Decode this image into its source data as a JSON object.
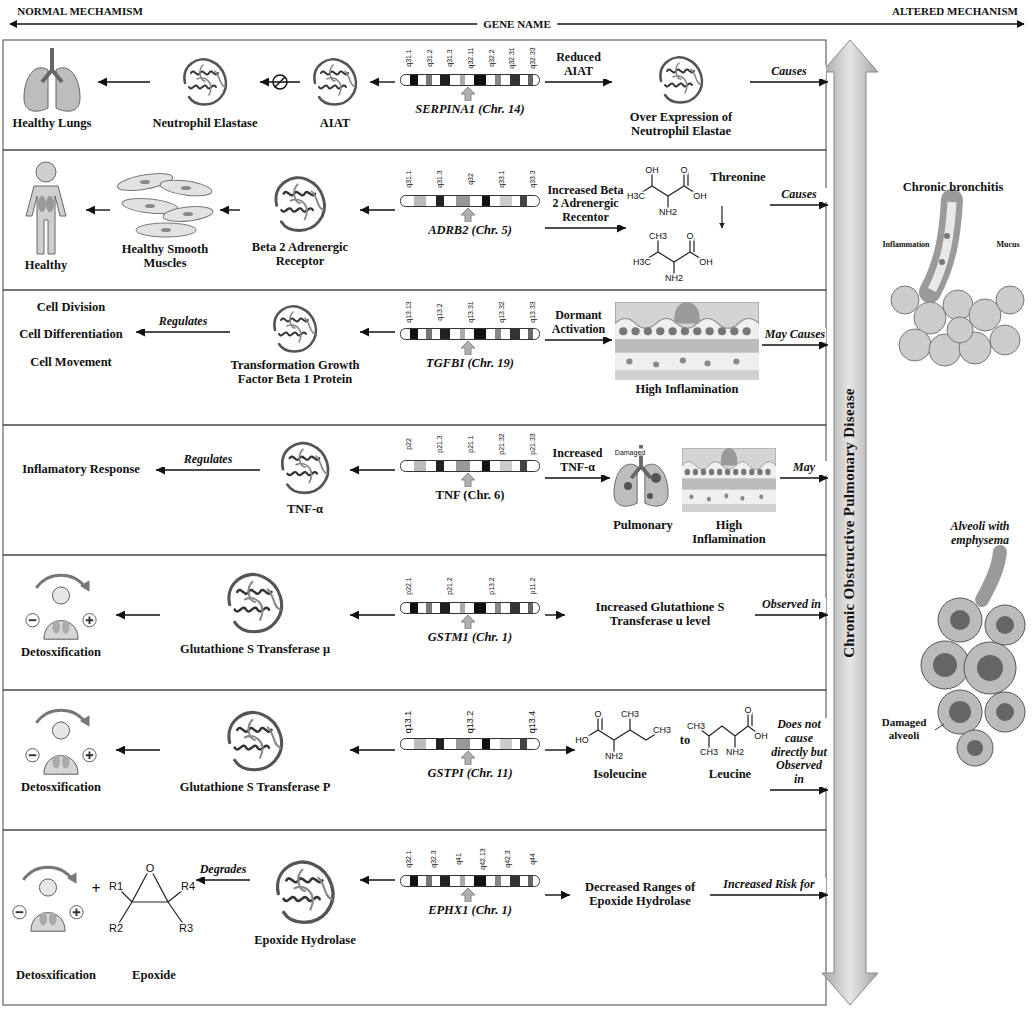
{
  "diagram": {
    "nodes": [
      {
        "text": [
          "Healthy Lungs"
        ]
      },
      {
        "text": [
          "Neutrophil Elastase"
        ]
      },
      {
        "text": [
          "AIAT"
        ]
      },
      {
        "text": [
          "SERPINA1 (Chr. 14)"
        ]
      },
      {
        "text": [
          "Over Expression of Neutrophil Elastae"
        ]
      },
      {
        "text": [
          "Healthy"
        ]
      },
      {
        "text": [
          "Healthy Smooth Muscles"
        ]
      },
      {
        "text": [
          "Beta 2 Adrenergic Receptor"
        ]
      },
      {
        "text": [
          "ADRB2 (Chr. 5)"
        ]
      },
      {
        "text": [
          "Threonine"
        ]
      },
      {
        "text": [
          "Cell Division",
          "Cell Differentiation",
          "Cell Movement"
        ]
      },
      {
        "text": [
          "Transformation Growth Factor Beta 1 Protein"
        ]
      },
      {
        "text": [
          "TGFBI (Chr. 19)"
        ]
      },
      {
        "text": [
          "High Inflamination"
        ]
      },
      {
        "text": [
          "Inflamatory Response"
        ]
      },
      {
        "text": [
          "TNF-α"
        ]
      },
      {
        "text": [
          "TNF (Chr. 6)"
        ]
      },
      {
        "text": [
          "Pulmonary",
          "High Inflamination"
        ]
      },
      {
        "text": [
          "Detosxification"
        ]
      },
      {
        "text": [
          "Glutathione S Transferase μ"
        ]
      },
      {
        "text": [
          "GSTM1 (Chr. 1)"
        ]
      },
      {
        "text": [
          "Increased Glutathione S Transferase u level"
        ]
      },
      {
        "text": [
          "Detosxification"
        ]
      },
      {
        "text": [
          "Glutathione S Transferase P"
        ]
      },
      {
        "text": [
          "GSTPI (Chr. 11)"
        ]
      },
      {
        "text": [
          "Isoleucine",
          "to",
          "Leucine"
        ]
      },
      {
        "text": [
          "Detosxification",
          "+",
          "Epoxide"
        ]
      },
      {
        "text": [
          "Epoxide Hydrolase"
        ]
      },
      {
        "text": [
          "EPHX1 (Chr. 1)"
        ]
      },
      {
        "text": [
          "Decreased Ranges of Epoxide Hydrolase"
        ]
      },
      {
        "text": [
          "Chronic Obstructive Pulmonary Disease"
        ]
      },
      {
        "text": [
          "Chronic bronchitis",
          "Inflammation",
          "Mucus"
        ]
      },
      {
        "text": [
          "Alveoli with emphysema",
          "Damaged alveoli"
        ]
      }
    ],
    "edges": [
      {
        "from": 3,
        "to": 2,
        "arrow": "to"
      },
      {
        "from": 2,
        "to": 1,
        "arrow": "to"
      },
      {
        "from": 1,
        "to": 0,
        "arrow": "to"
      },
      {
        "from": 3,
        "to": 4,
        "label": "Reduced AIAT",
        "arrow": "to"
      },
      {
        "from": 4,
        "to": 30,
        "label": "Causes",
        "arrow": "to"
      },
      {
        "from": 8,
        "to": 7,
        "arrow": "to"
      },
      {
        "from": 7,
        "to": 6,
        "arrow": "to"
      },
      {
        "from": 6,
        "to": 5,
        "arrow": "to"
      },
      {
        "from": 8,
        "to": 9,
        "label": "Increased Beta 2 Adrenergic Recentor",
        "arrow": "to"
      },
      {
        "from": 9,
        "to": 30,
        "label": "Causes",
        "arrow": "to"
      },
      {
        "from": 12,
        "to": 11,
        "arrow": "to"
      },
      {
        "from": 11,
        "to": 10,
        "label": "Regulates",
        "arrow": "to"
      },
      {
        "from": 12,
        "to": 13,
        "label": "Dormant Activation",
        "arrow": "to"
      },
      {
        "from": 13,
        "to": 30,
        "label": "May Causes",
        "arrow": "to"
      },
      {
        "from": 16,
        "to": 15,
        "arrow": "to"
      },
      {
        "from": 15,
        "to": 14,
        "label": "Regulates",
        "arrow": "to"
      },
      {
        "from": 16,
        "to": 17,
        "label": "Increased TNF-α",
        "arrow": "to"
      },
      {
        "from": 17,
        "to": 30,
        "label": "May",
        "arrow": "to"
      },
      {
        "from": 20,
        "to": 19,
        "arrow": "to"
      },
      {
        "from": 19,
        "to": 18,
        "arrow": "to"
      },
      {
        "from": 20,
        "to": 21,
        "arrow": "to"
      },
      {
        "from": 21,
        "to": 30,
        "label": "Observed in",
        "arrow": "to"
      },
      {
        "from": 24,
        "to": 23,
        "arrow": "to"
      },
      {
        "from": 23,
        "to": 22,
        "arrow": "to"
      },
      {
        "from": 24,
        "to": 25,
        "arrow": "to"
      },
      {
        "from": 25,
        "to": 30,
        "label": "Does not cause directly but Observed in",
        "arrow": "to"
      },
      {
        "from": 28,
        "to": 27,
        "arrow": "to"
      },
      {
        "from": 27,
        "to": 26,
        "label": "Degrades",
        "arrow": "to"
      },
      {
        "from": 28,
        "to": 29,
        "arrow": "to"
      },
      {
        "from": 29,
        "to": 30,
        "label": "Increased Risk for",
        "arrow": "to"
      }
    ],
    "labels": [
      "NORMAL MECHAMISM",
      "GENE NAME",
      "ALTERED MECHANISM",
      "q31.1",
      "q31.2",
      "q31.3",
      "q32.11",
      "q32.2",
      "q32.31",
      "q32.33",
      "q31.1",
      "q31.3",
      "q32",
      "q33.1",
      "q33.3",
      "q13.13",
      "q13.2",
      "q13.31",
      "q13.32",
      "q13.33",
      "p22",
      "p21.3",
      "p21.1",
      "p21.32",
      "p21.33",
      "p22.1",
      "p21.2",
      "p13.2",
      "p11.2",
      "q13.1",
      "q13.2",
      "q13.4",
      "q32.1",
      "q32.3",
      "q41",
      "q42.13",
      "q42.3",
      "q44",
      "Damaged",
      "OH",
      "H3C",
      "O",
      "OH",
      "NH2",
      "H3C",
      "CH3",
      "O",
      "OH",
      "NH2",
      "HO",
      "O",
      "NH2",
      "CH3",
      "CH3",
      "CH3",
      "CH3",
      "NH2",
      "O",
      "OH",
      "O",
      "R1",
      "R2",
      "R3",
      "R4"
    ]
  }
}
